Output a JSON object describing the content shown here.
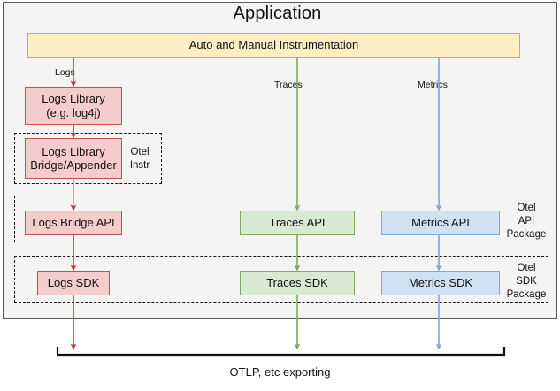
{
  "diagram": {
    "title": "Application",
    "colors": {
      "logs_fill": "#f5cccc",
      "logs_stroke": "#c0504d",
      "logs_arrow": "#a94442",
      "traces_fill": "#d9ead3",
      "traces_stroke": "#7aa860",
      "traces_arrow": "#7aa860",
      "metrics_fill": "#cfe2f3",
      "metrics_stroke": "#7ba7dd",
      "metrics_arrow": "#7ba7dd",
      "instrumentation_fill": "#fdeec3",
      "instrumentation_stroke": "#d4af37",
      "app_background": "#f4f4f4",
      "app_border": "#5a5a5a"
    },
    "instrumentation": {
      "label": "Auto and Manual Instrumentation"
    },
    "signal_labels": {
      "logs": "Logs",
      "traces": "Traces",
      "metrics": "Metrics"
    },
    "nodes": {
      "logs_library": "Logs Library\n(e.g. log4j)",
      "logs_library_line1": "Logs Library",
      "logs_library_line2": "(e.g. log4j)",
      "logs_bridge_line1": "Logs Library",
      "logs_bridge_line2": "Bridge/Appender",
      "logs_bridge_api": "Logs Bridge API",
      "traces_api": "Traces API",
      "metrics_api": "Metrics API",
      "logs_sdk": "Logs SDK",
      "traces_sdk": "Traces SDK",
      "metrics_sdk": "Metrics SDK"
    },
    "groups": {
      "otel_instr": "Otel\nInstr",
      "otel_api_package": "Otel\nAPI\nPackage",
      "otel_sdk_package": "Otel\nSDK\nPackage"
    },
    "export": {
      "caption": "OTLP, etc exporting"
    }
  }
}
